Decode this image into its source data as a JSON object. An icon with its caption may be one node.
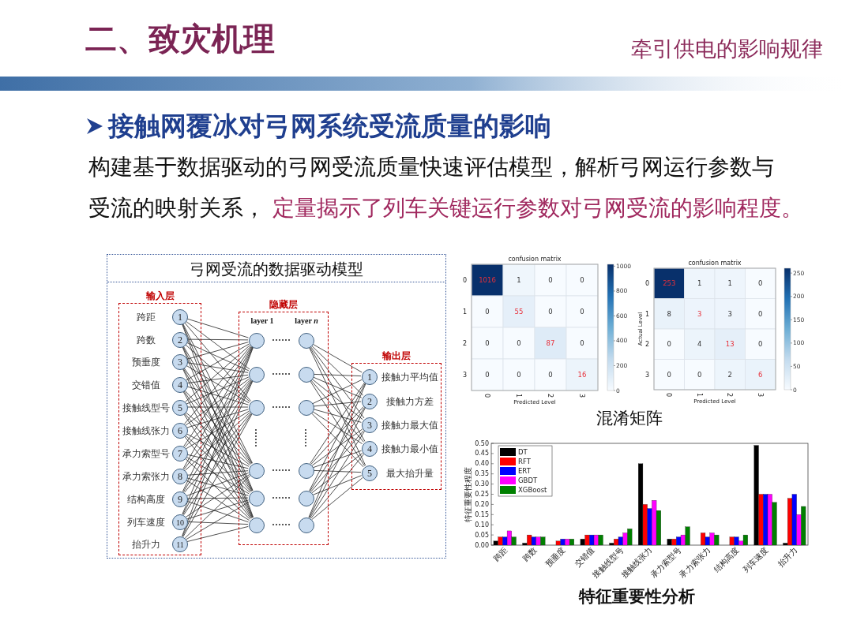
{
  "diagram": {
    "nodes": [
      {
        "text": [
          "弓网受流的数据驱动模型"
        ]
      },
      {
        "text": [
          "输入层"
        ],
        "in": 0
      },
      {
        "text": [
          "1"
        ],
        "in": 1,
        "beside": [
          "跨距"
        ]
      },
      {
        "text": [
          "2"
        ],
        "in": 1,
        "beside": [
          "跨数"
        ]
      },
      {
        "text": [
          "3"
        ],
        "in": 1,
        "beside": [
          "预垂度"
        ]
      },
      {
        "text": [
          "4"
        ],
        "in": 1,
        "beside": [
          "交错值"
        ]
      },
      {
        "text": [
          "5"
        ],
        "in": 1,
        "beside": [
          "接触线型号"
        ]
      },
      {
        "text": [
          "6"
        ],
        "in": 1,
        "beside": [
          "接触线张力"
        ]
      },
      {
        "text": [
          "7"
        ],
        "in": 1,
        "beside": [
          "承力索型号"
        ]
      },
      {
        "text": [
          "8"
        ],
        "in": 1,
        "beside": [
          "承力索张力"
        ]
      },
      {
        "text": [
          "9"
        ],
        "in": 1,
        "beside": [
          "结构高度"
        ]
      },
      {
        "text": [
          "10"
        ],
        "in": 1,
        "beside": [
          "列车速度"
        ]
      },
      {
        "text": [
          "11"
        ],
        "in": 1,
        "beside": [
          "抬升力"
        ]
      },
      {
        "text": [
          "隐藏层",
          "layer 1",
          "layer *n*"
        ],
        "in": 0
      },
      {
        "text": [],
        "shape": "circle",
        "in": 13
      },
      {
        "text": [],
        "shape": "circle",
        "in": 13
      },
      {
        "text": [],
        "shape": "circle",
        "in": 13
      },
      {
        "text": [],
        "shape": "circle",
        "in": 13
      },
      {
        "text": [],
        "shape": "circle",
        "in": 13
      },
      {
        "text": [],
        "shape": "circle",
        "in": 13
      },
      {
        "text": [],
        "shape": "circle",
        "in": 13
      },
      {
        "text": [],
        "shape": "circle",
        "in": 13
      },
      {
        "text": [],
        "shape": "circle",
        "in": 13
      },
      {
        "text": [],
        "shape": "circle",
        "in": 13
      },
      {
        "text": [],
        "shape": "circle",
        "in": 13
      },
      {
        "text": [],
        "shape": "circle",
        "in": 13
      },
      {
        "text": [
          "输出层"
        ],
        "in": 0
      },
      {
        "text": [
          "1"
        ],
        "in": 26,
        "beside": [
          "接触力平均值"
        ]
      },
      {
        "text": [
          "2"
        ],
        "in": 26,
        "beside": [
          "接触力方差"
        ]
      },
      {
        "text": [
          "3"
        ],
        "in": 26,
        "beside": [
          "接触力最大值"
        ]
      },
      {
        "text": [
          "4"
        ],
        "in": 26,
        "beside": [
          "接触力最小值"
        ]
      },
      {
        "text": [
          "5"
        ],
        "in": 26,
        "beside": [
          "最大抬升量"
        ]
      }
    ],
    "edges": [
      {
        "from": 2,
        "to": 14,
        "arrow": "none"
      },
      {
        "from": 2,
        "to": 15,
        "arrow": "none"
      },
      {
        "from": 2,
        "to": 16,
        "arrow": "none"
      },
      {
        "from": 2,
        "to": 17,
        "arrow": "none"
      },
      {
        "from": 2,
        "to": 18,
        "arrow": "none"
      },
      {
        "from": 2,
        "to": 19,
        "arrow": "none"
      },
      {
        "from": 3,
        "to": 14,
        "arrow": "none"
      },
      {
        "from": 3,
        "to": 15,
        "arrow": "none"
      },
      {
        "from": 3,
        "to": 16,
        "arrow": "none"
      },
      {
        "from": 3,
        "to": 17,
        "arrow": "none"
      },
      {
        "from": 3,
        "to": 18,
        "arrow": "none"
      },
      {
        "from": 3,
        "to": 19,
        "arrow": "none"
      },
      {
        "from": 4,
        "to": 14,
        "arrow": "none"
      },
      {
        "from": 4,
        "to": 15,
        "arrow": "none"
      },
      {
        "from": 4,
        "to": 16,
        "arrow": "none"
      },
      {
        "from": 4,
        "to": 17,
        "arrow": "none"
      },
      {
        "from": 4,
        "to": 18,
        "arrow": "none"
      },
      {
        "from": 4,
        "to": 19,
        "arrow": "none"
      },
      {
        "from": 5,
        "to": 14,
        "arrow": "none"
      },
      {
        "from": 5,
        "to": 15,
        "arrow": "none"
      },
      {
        "from": 5,
        "to": 16,
        "arrow": "none"
      },
      {
        "from": 5,
        "to": 17,
        "arrow": "none"
      },
      {
        "from": 5,
        "to": 18,
        "arrow": "none"
      },
      {
        "from": 5,
        "to": 19,
        "arrow": "none"
      },
      {
        "from": 6,
        "to": 14,
        "arrow": "none"
      },
      {
        "from": 6,
        "to": 15,
        "arrow": "none"
      },
      {
        "from": 6,
        "to": 16,
        "arrow": "none"
      },
      {
        "from": 6,
        "to": 17,
        "arrow": "none"
      },
      {
        "from": 6,
        "to": 18,
        "arrow": "none"
      },
      {
        "from": 6,
        "to": 19,
        "arrow": "none"
      },
      {
        "from": 7,
        "to": 14,
        "arrow": "none"
      },
      {
        "from": 7,
        "to": 15,
        "arrow": "none"
      },
      {
        "from": 7,
        "to": 16,
        "arrow": "none"
      },
      {
        "from": 7,
        "to": 17,
        "arrow": "none"
      },
      {
        "from": 7,
        "to": 18,
        "arrow": "none"
      },
      {
        "from": 7,
        "to": 19,
        "arrow": "none"
      },
      {
        "from": 8,
        "to": 14,
        "arrow": "none"
      },
      {
        "from": 8,
        "to": 15,
        "arrow": "none"
      },
      {
        "from": 8,
        "to": 16,
        "arrow": "none"
      },
      {
        "from": 8,
        "to": 17,
        "arrow": "none"
      },
      {
        "from": 8,
        "to": 18,
        "arrow": "none"
      },
      {
        "from": 8,
        "to": 19,
        "arrow": "none"
      },
      {
        "from": 9,
        "to": 14,
        "arrow": "none"
      },
      {
        "from": 9,
        "to": 15,
        "arrow": "none"
      },
      {
        "from": 9,
        "to": 16,
        "arrow": "none"
      },
      {
        "from": 9,
        "to": 17,
        "arrow": "none"
      },
      {
        "from": 9,
        "to": 18,
        "arrow": "none"
      },
      {
        "from": 9,
        "to": 19,
        "arrow": "none"
      },
      {
        "from": 10,
        "to": 14,
        "arrow": "none"
      },
      {
        "from": 10,
        "to": 15,
        "arrow": "none"
      },
      {
        "from": 10,
        "to": 16,
        "arrow": "none"
      },
      {
        "from": 10,
        "to": 17,
        "arrow": "none"
      },
      {
        "from": 10,
        "to": 18,
        "arrow": "none"
      },
      {
        "from": 10,
        "to": 19,
        "arrow": "none"
      },
      {
        "from": 11,
        "to": 14,
        "arrow": "none"
      },
      {
        "from": 11,
        "to": 15,
        "arrow": "none"
      },
      {
        "from": 11,
        "to": 16,
        "arrow": "none"
      },
      {
        "from": 11,
        "to": 17,
        "arrow": "none"
      },
      {
        "from": 11,
        "to": 18,
        "arrow": "none"
      },
      {
        "from": 11,
        "to": 19,
        "arrow": "none"
      },
      {
        "from": 12,
        "to": 14,
        "arrow": "none"
      },
      {
        "from": 12,
        "to": 15,
        "arrow": "none"
      },
      {
        "from": 12,
        "to": 16,
        "arrow": "none"
      },
      {
        "from": 12,
        "to": 17,
        "arrow": "none"
      },
      {
        "from": 12,
        "to": 18,
        "arrow": "none"
      },
      {
        "from": 12,
        "to": 19,
        "arrow": "none"
      },
      {
        "from": 20,
        "to": 27,
        "arrow": "none"
      },
      {
        "from": 20,
        "to": 28,
        "arrow": "none"
      },
      {
        "from": 20,
        "to": 29,
        "arrow": "none"
      },
      {
        "from": 20,
        "to": 30,
        "arrow": "none"
      },
      {
        "from": 20,
        "to": 31,
        "arrow": "none"
      },
      {
        "from": 21,
        "to": 27,
        "arrow": "none"
      },
      {
        "from": 21,
        "to": 28,
        "arrow": "none"
      },
      {
        "from": 21,
        "to": 29,
        "arrow": "none"
      },
      {
        "from": 21,
        "to": 30,
        "arrow": "none"
      },
      {
        "from": 21,
        "to": 31,
        "arrow": "none"
      },
      {
        "from": 22,
        "to": 27,
        "arrow": "none"
      },
      {
        "from": 22,
        "to": 28,
        "arrow": "none"
      },
      {
        "from": 22,
        "to": 29,
        "arrow": "none"
      },
      {
        "from": 22,
        "to": 30,
        "arrow": "none"
      },
      {
        "from": 22,
        "to": 31,
        "arrow": "none"
      },
      {
        "from": 23,
        "to": 27,
        "arrow": "none"
      },
      {
        "from": 23,
        "to": 28,
        "arrow": "none"
      },
      {
        "from": 23,
        "to": 29,
        "arrow": "none"
      },
      {
        "from": 23,
        "to": 30,
        "arrow": "none"
      },
      {
        "from": 23,
        "to": 31,
        "arrow": "none"
      },
      {
        "from": 24,
        "to": 27,
        "arrow": "none"
      },
      {
        "from": 24,
        "to": 28,
        "arrow": "none"
      },
      {
        "from": 24,
        "to": 29,
        "arrow": "none"
      },
      {
        "from": 24,
        "to": 30,
        "arrow": "none"
      },
      {
        "from": 24,
        "to": 31,
        "arrow": "none"
      },
      {
        "from": 25,
        "to": 27,
        "arrow": "none"
      },
      {
        "from": 25,
        "to": 28,
        "arrow": "none"
      },
      {
        "from": 25,
        "to": 29,
        "arrow": "none"
      },
      {
        "from": 25,
        "to": 30,
        "arrow": "none"
      },
      {
        "from": 25,
        "to": 31,
        "arrow": "none"
      }
    ],
    "labels": [
      "二、致灾机理",
      "牵引供电的影响规律",
      "接触网覆冰对弓网系统受流质量的影响",
      "构建基于数据驱动的弓网受流质量快速评估模型，解析弓网运行参数与",
      "受流的映射关系，",
      "定量揭示了列车关键运行参数对弓网受流的影响程度。",
      "confusion matrix",
      "1016",
      "1",
      "0",
      "0",
      "0",
      "55",
      "0",
      "0",
      "0",
      "0",
      "87",
      "0",
      "0",
      "0",
      "0",
      "16",
      "0",
      "1",
      "2",
      "3",
      "0",
      "1",
      "2",
      "3",
      "Predicted Level",
      "0",
      "200",
      "400",
      "600",
      "800",
      "1000",
      "confusion matrix",
      "253",
      "1",
      "1",
      "0",
      "8",
      "3",
      "3",
      "0",
      "0",
      "4",
      "13",
      "0",
      "0",
      "0",
      "2",
      "6",
      "0",
      "1",
      "2",
      "3",
      "0",
      "1",
      "2",
      "3",
      "Actual Level",
      "Predicted Level",
      "0",
      "50",
      "100",
      "150",
      "200",
      "250",
      "混淆矩阵",
      "特征重要性分析"
    ],
    "chart_data": {
      "type": "bar",
      "ylabel": "特征重要性程度",
      "categories": [
        "跨距",
        "跨数",
        "预垂度",
        "交错值",
        "接触线型号",
        "接触线张力",
        "承力索型号",
        "承力索张力",
        "结构高度",
        "列车速度",
        "抬升力"
      ],
      "series": [
        {
          "name": "DT",
          "color": "#000000",
          "values": [
            0.02,
            0.01,
            0,
            0.03,
            0.01,
            0.4,
            0.03,
            0,
            0,
            0.49,
            0.01
          ]
        },
        {
          "name": "RFT",
          "color": "#ff0000",
          "values": [
            0.04,
            0.05,
            0.02,
            0.05,
            0.03,
            0.2,
            0.03,
            0.06,
            0.04,
            0.25,
            0.23
          ]
        },
        {
          "name": "ERT",
          "color": "#0000ff",
          "values": [
            0.04,
            0.04,
            0.03,
            0.05,
            0.04,
            0.18,
            0.04,
            0.04,
            0.04,
            0.25,
            0.25
          ]
        },
        {
          "name": "GBDT",
          "color": "#ff00ff",
          "values": [
            0.07,
            0.04,
            0.03,
            0.05,
            0.06,
            0.22,
            0.05,
            0.06,
            0.02,
            0.25,
            0.15
          ]
        },
        {
          "name": "XGBoost",
          "color": "#008000",
          "values": [
            0.04,
            0.04,
            0.03,
            0.05,
            0.08,
            0.17,
            0.09,
            0.05,
            0.05,
            0.21,
            0.19
          ]
        }
      ],
      "legend": "upper left",
      "ylim": [
        0,
        0.5
      ],
      "yticks": [
        {
          "value": 0,
          "label": "0.00"
        },
        {
          "value": 0.05,
          "label": "0.05"
        },
        {
          "value": 0.1,
          "label": "0.10"
        },
        {
          "value": 0.15,
          "label": "0.15"
        },
        {
          "value": 0.2,
          "label": "0.20"
        },
        {
          "value": 0.25,
          "label": "0.25"
        },
        {
          "value": 0.3,
          "label": "0.30"
        },
        {
          "value": 0.35,
          "label": "0.35"
        },
        {
          "value": 0.4,
          "label": "0.40"
        },
        {
          "value": 0.45,
          "label": "0.45"
        },
        {
          "value": 0.5,
          "label": "0.50"
        }
      ]
    }
  }
}
